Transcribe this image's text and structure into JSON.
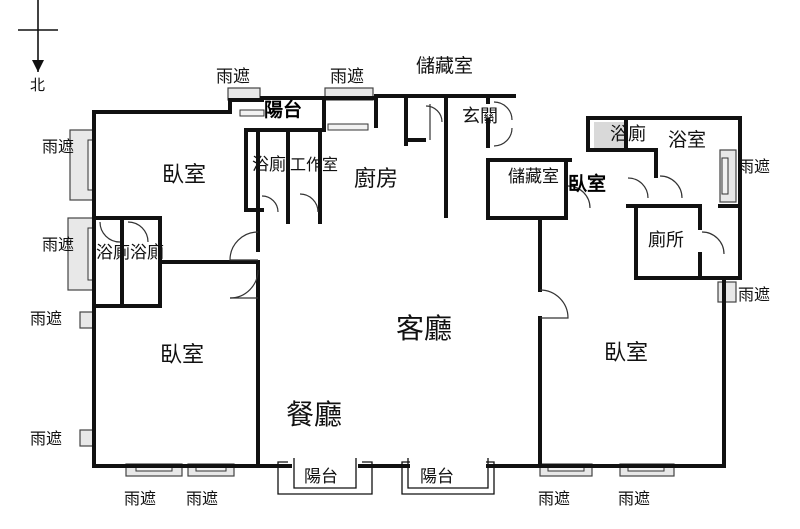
{
  "compass": {
    "label": "北"
  },
  "labels": {
    "canopy_n1": "雨遮",
    "canopy_n2": "雨遮",
    "storage_top": "儲藏室",
    "balcony_top": "陽台",
    "foyer": "玄關",
    "bath_ne_small": "浴廁",
    "bath_ne": "浴室",
    "canopy_e1": "雨遮",
    "canopy_w1": "雨遮",
    "bedroom_nw": "臥室",
    "bath_mid": "浴廁",
    "workroom": "工作室",
    "kitchen": "廚房",
    "storage_mid": "儲藏室",
    "bedroom_small": "臥室",
    "toilet": "廁所",
    "canopy_w2": "雨遮",
    "bath_w1": "浴廁",
    "bath_w2": "浴廁",
    "canopy_e2": "雨遮",
    "canopy_w3": "雨遮",
    "living": "客廳",
    "bedroom_sw": "臥室",
    "bedroom_se": "臥室",
    "dining": "餐廳",
    "canopy_w4": "雨遮",
    "balcony_s1": "陽台",
    "balcony_s2": "陽台",
    "canopy_s1": "雨遮",
    "canopy_s2": "雨遮",
    "canopy_s3": "雨遮",
    "canopy_s4": "雨遮"
  }
}
